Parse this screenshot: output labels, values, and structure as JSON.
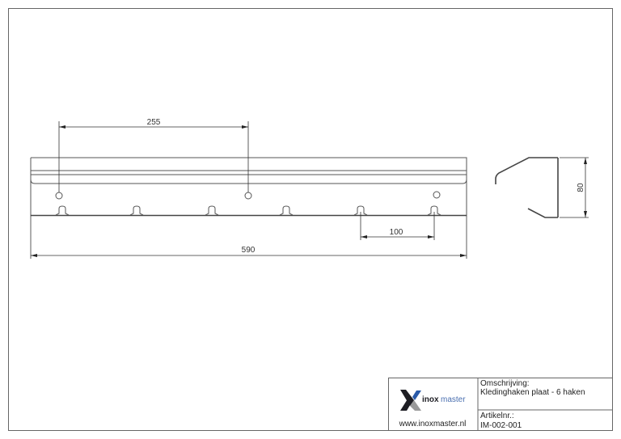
{
  "drawing": {
    "dimensions": {
      "hole_spacing": "255",
      "overall_length": "590",
      "hook_spacing": "100",
      "height": "80"
    }
  },
  "title_block": {
    "logo_text_bold": "inox",
    "logo_text_light": "master",
    "website": "www.inoxmaster.nl",
    "description_label": "Omschrijving:",
    "description_value": "Kledinghaken plaat - 6 haken",
    "article_label": "Artikelnr.:",
    "article_value": "IM-002-001",
    "colors": {
      "logo_dark": "#1e1e24",
      "logo_blue": "#2a5aa8",
      "logo_grey": "#9a9a9a",
      "logo_text_light": "#4a6fb0"
    }
  }
}
